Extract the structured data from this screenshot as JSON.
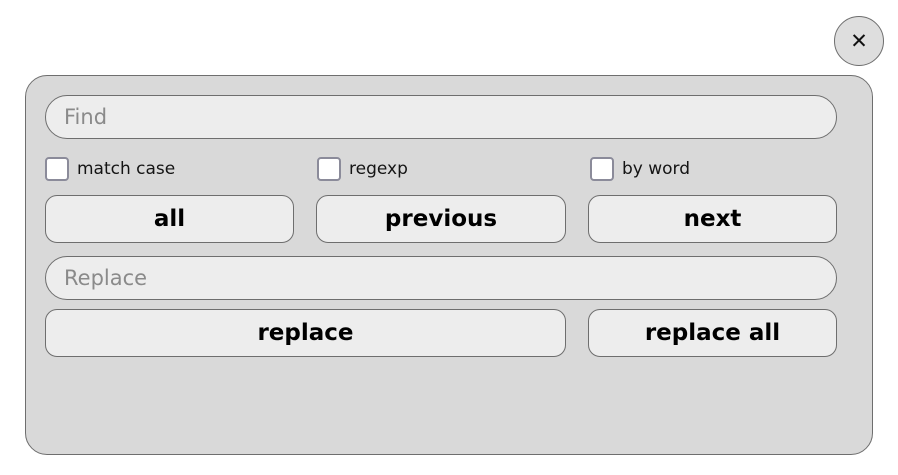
{
  "dialog": {
    "name": "find-replace-dialog",
    "close_button": {
      "icon": "close-icon",
      "glyph": "✕"
    },
    "find_field": {
      "value": "",
      "placeholder": "Find"
    },
    "options": [
      {
        "id": "match-case",
        "label": "match case",
        "checked": false
      },
      {
        "id": "regexp",
        "label": "regexp",
        "checked": false
      },
      {
        "id": "by-word",
        "label": "by word",
        "checked": false
      }
    ],
    "search_buttons": [
      {
        "id": "all",
        "label": "all"
      },
      {
        "id": "previous",
        "label": "previous"
      },
      {
        "id": "next",
        "label": "next"
      }
    ],
    "replace_field": {
      "value": "",
      "placeholder": "Replace"
    },
    "replace_buttons": [
      {
        "id": "replace",
        "label": "replace"
      },
      {
        "id": "replace-all",
        "label": "replace all"
      }
    ]
  },
  "colors": {
    "page_background": "#ffffff",
    "panel_fill": "#d9d9d9",
    "panel_border": "#6e6e6e",
    "field_fill": "#ededed",
    "button_fill": "#ededed",
    "checkbox_fill": "#ffffff",
    "checkbox_border": "#8b8b9a",
    "placeholder_text": "#8a8a8a",
    "button_text": "#000000",
    "close_fill": "#dedede"
  }
}
